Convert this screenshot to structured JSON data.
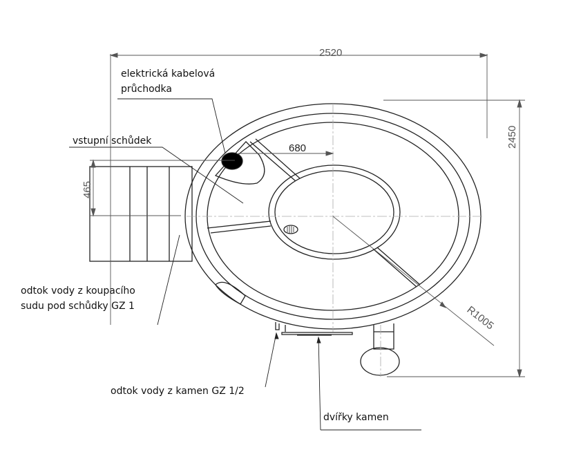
{
  "dimensions": {
    "width": "2520",
    "height": "2450",
    "step_depth": "465",
    "offset": "680",
    "radius": "R1005"
  },
  "labels": {
    "cable_gland_line1": "elektrická kabelová",
    "cable_gland_line2": "průchodka",
    "entry_step": "vstupní schůdek",
    "drain_tub_line1": "odtok vody z koupacího",
    "drain_tub_line2": "sudu pod schůdky GZ 1",
    "drain_stove": "odtok vody z kamen GZ 1/2",
    "stove_door": "dvířky kamen"
  }
}
